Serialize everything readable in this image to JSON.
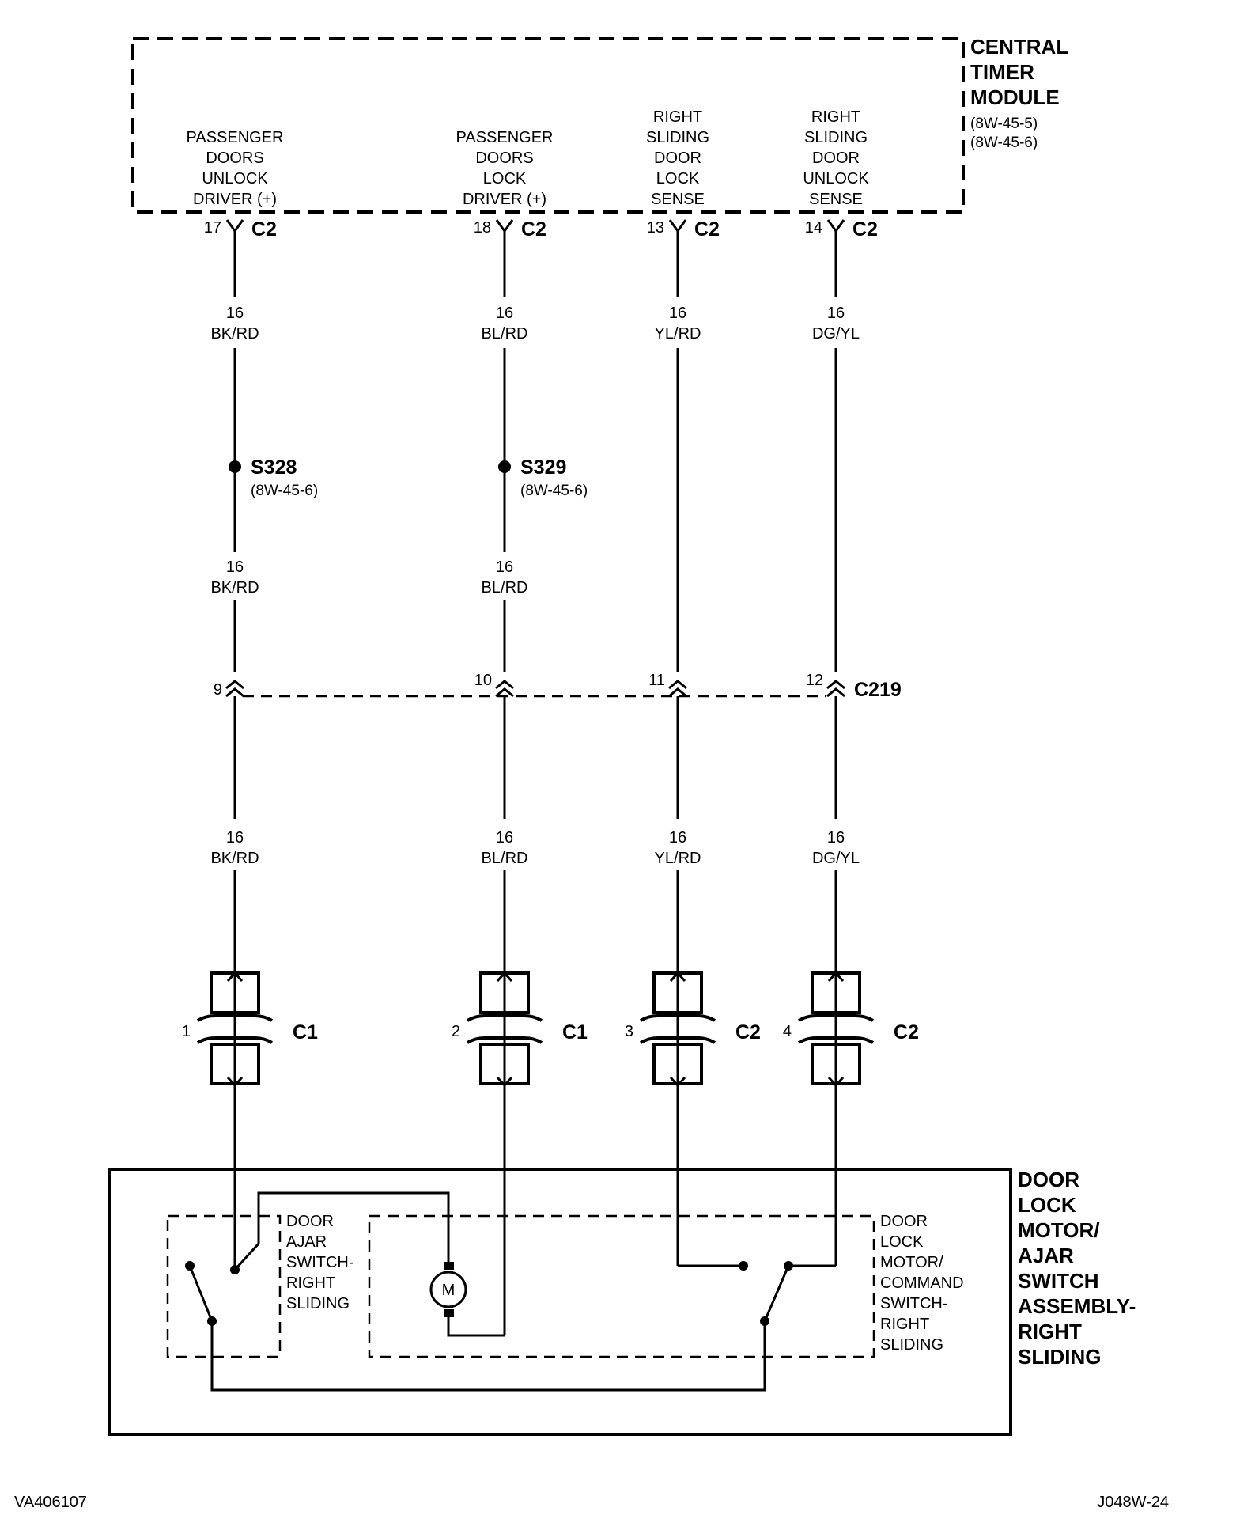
{
  "central_timer_module": {
    "title_lines": [
      "CENTRAL",
      "TIMER",
      "MODULE"
    ],
    "refs": [
      "(8W-45-5)",
      "(8W-45-6)"
    ],
    "terminals": [
      {
        "label_lines": [
          "PASSENGER",
          "DOORS",
          "UNLOCK",
          "DRIVER (+)"
        ],
        "pin": "17",
        "connector": "C2"
      },
      {
        "label_lines": [
          "PASSENGER",
          "DOORS",
          "LOCK",
          "DRIVER (+)"
        ],
        "pin": "18",
        "connector": "C2"
      },
      {
        "label_lines": [
          "RIGHT",
          "SLIDING",
          "DOOR",
          "LOCK",
          "SENSE"
        ],
        "pin": "13",
        "connector": "C2"
      },
      {
        "label_lines": [
          "RIGHT",
          "SLIDING",
          "DOOR",
          "UNLOCK",
          "SENSE"
        ],
        "pin": "14",
        "connector": "C2"
      }
    ]
  },
  "wires_upper": [
    {
      "gauge": "16",
      "color": "BK/RD"
    },
    {
      "gauge": "16",
      "color": "BL/RD"
    },
    {
      "gauge": "16",
      "color": "YL/RD"
    },
    {
      "gauge": "16",
      "color": "DG/YL"
    }
  ],
  "splices": [
    {
      "name": "S328",
      "ref": "(8W-45-6)"
    },
    {
      "name": "S329",
      "ref": "(8W-45-6)"
    }
  ],
  "wires_mid": [
    {
      "gauge": "16",
      "color": "BK/RD"
    },
    {
      "gauge": "16",
      "color": "BL/RD"
    }
  ],
  "inline_connector": {
    "name": "C219",
    "pins": [
      "9",
      "10",
      "11",
      "12"
    ]
  },
  "wires_lower": [
    {
      "gauge": "16",
      "color": "BK/RD"
    },
    {
      "gauge": "16",
      "color": "BL/RD"
    },
    {
      "gauge": "16",
      "color": "YL/RD"
    },
    {
      "gauge": "16",
      "color": "DG/YL"
    }
  ],
  "component_connectors": [
    {
      "pin": "1",
      "name": "C1"
    },
    {
      "pin": "2",
      "name": "C1"
    },
    {
      "pin": "3",
      "name": "C2"
    },
    {
      "pin": "4",
      "name": "C2"
    }
  ],
  "assembly": {
    "title_lines": [
      "DOOR",
      "LOCK",
      "MOTOR/",
      "AJAR",
      "SWITCH",
      "ASSEMBLY-",
      "RIGHT",
      "SLIDING"
    ],
    "ajar_switch_lines": [
      "DOOR",
      "AJAR",
      "SWITCH-",
      "RIGHT",
      "SLIDING"
    ],
    "motor_switch_lines": [
      "DOOR",
      "LOCK",
      "MOTOR/",
      "COMMAND",
      "SWITCH-",
      "RIGHT",
      "SLIDING"
    ],
    "motor_symbol": "M"
  },
  "footer": {
    "left_code": "VA406107",
    "right_code": "J048W-24"
  }
}
